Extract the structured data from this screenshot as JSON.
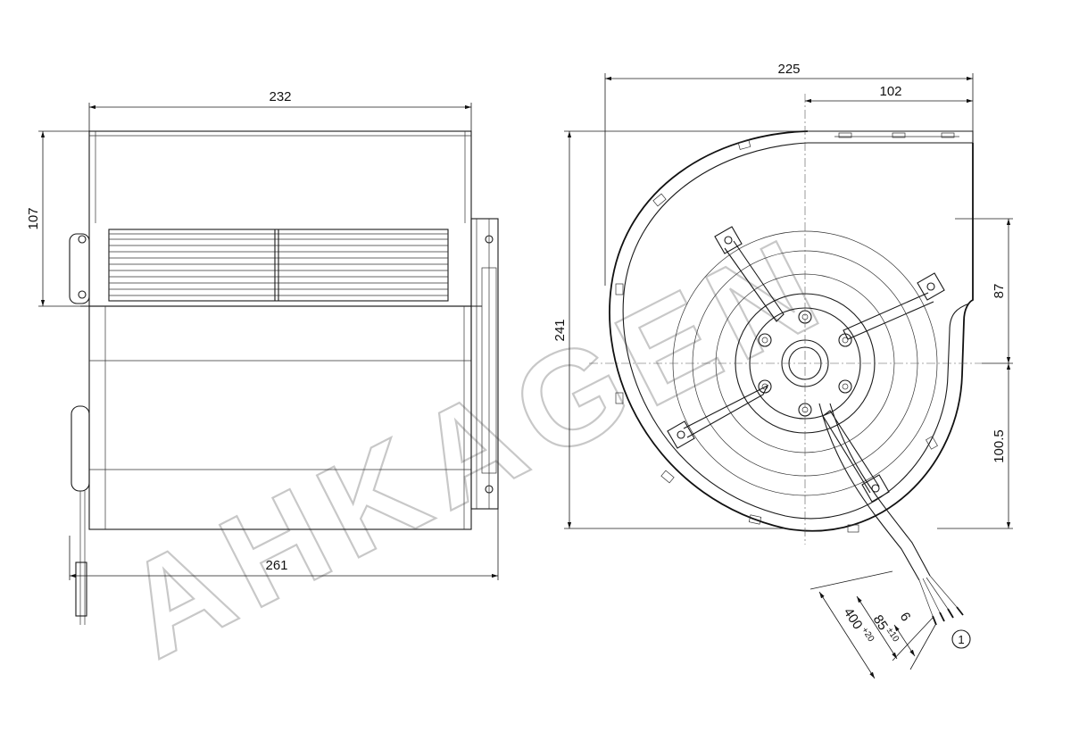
{
  "dimensions": {
    "side_width": "232",
    "side_height": "107",
    "side_total_width": "261",
    "front_width": "225",
    "front_offset": "102",
    "front_height": "241",
    "front_upper": "87",
    "front_lower": "100.5",
    "cable_length": "400",
    "cable_length_tol": "+20",
    "cable_strip": "85",
    "cable_strip_tol": "±10",
    "wire_strip": "6"
  },
  "callout": "1",
  "watermark": "AHKAGEN"
}
